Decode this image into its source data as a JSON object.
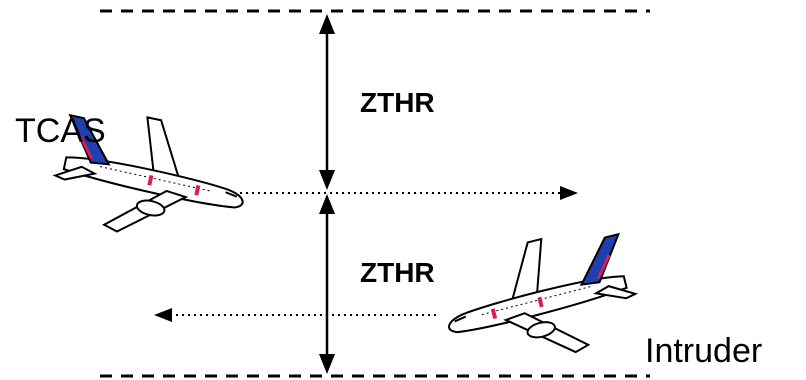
{
  "labels": {
    "zthr_upper": "ZTHR",
    "zthr_lower": "ZTHR",
    "tcas": "TCAS",
    "intruder": "Intruder"
  },
  "icons": {
    "own_aircraft": "airplane-icon",
    "intruder_aircraft": "airplane-icon"
  },
  "colors": {
    "line": "#000000",
    "fuselage": "#ffffff",
    "tail": "#1f3fae",
    "tail_accent": "#d81b60",
    "engine": "#ffffff"
  }
}
